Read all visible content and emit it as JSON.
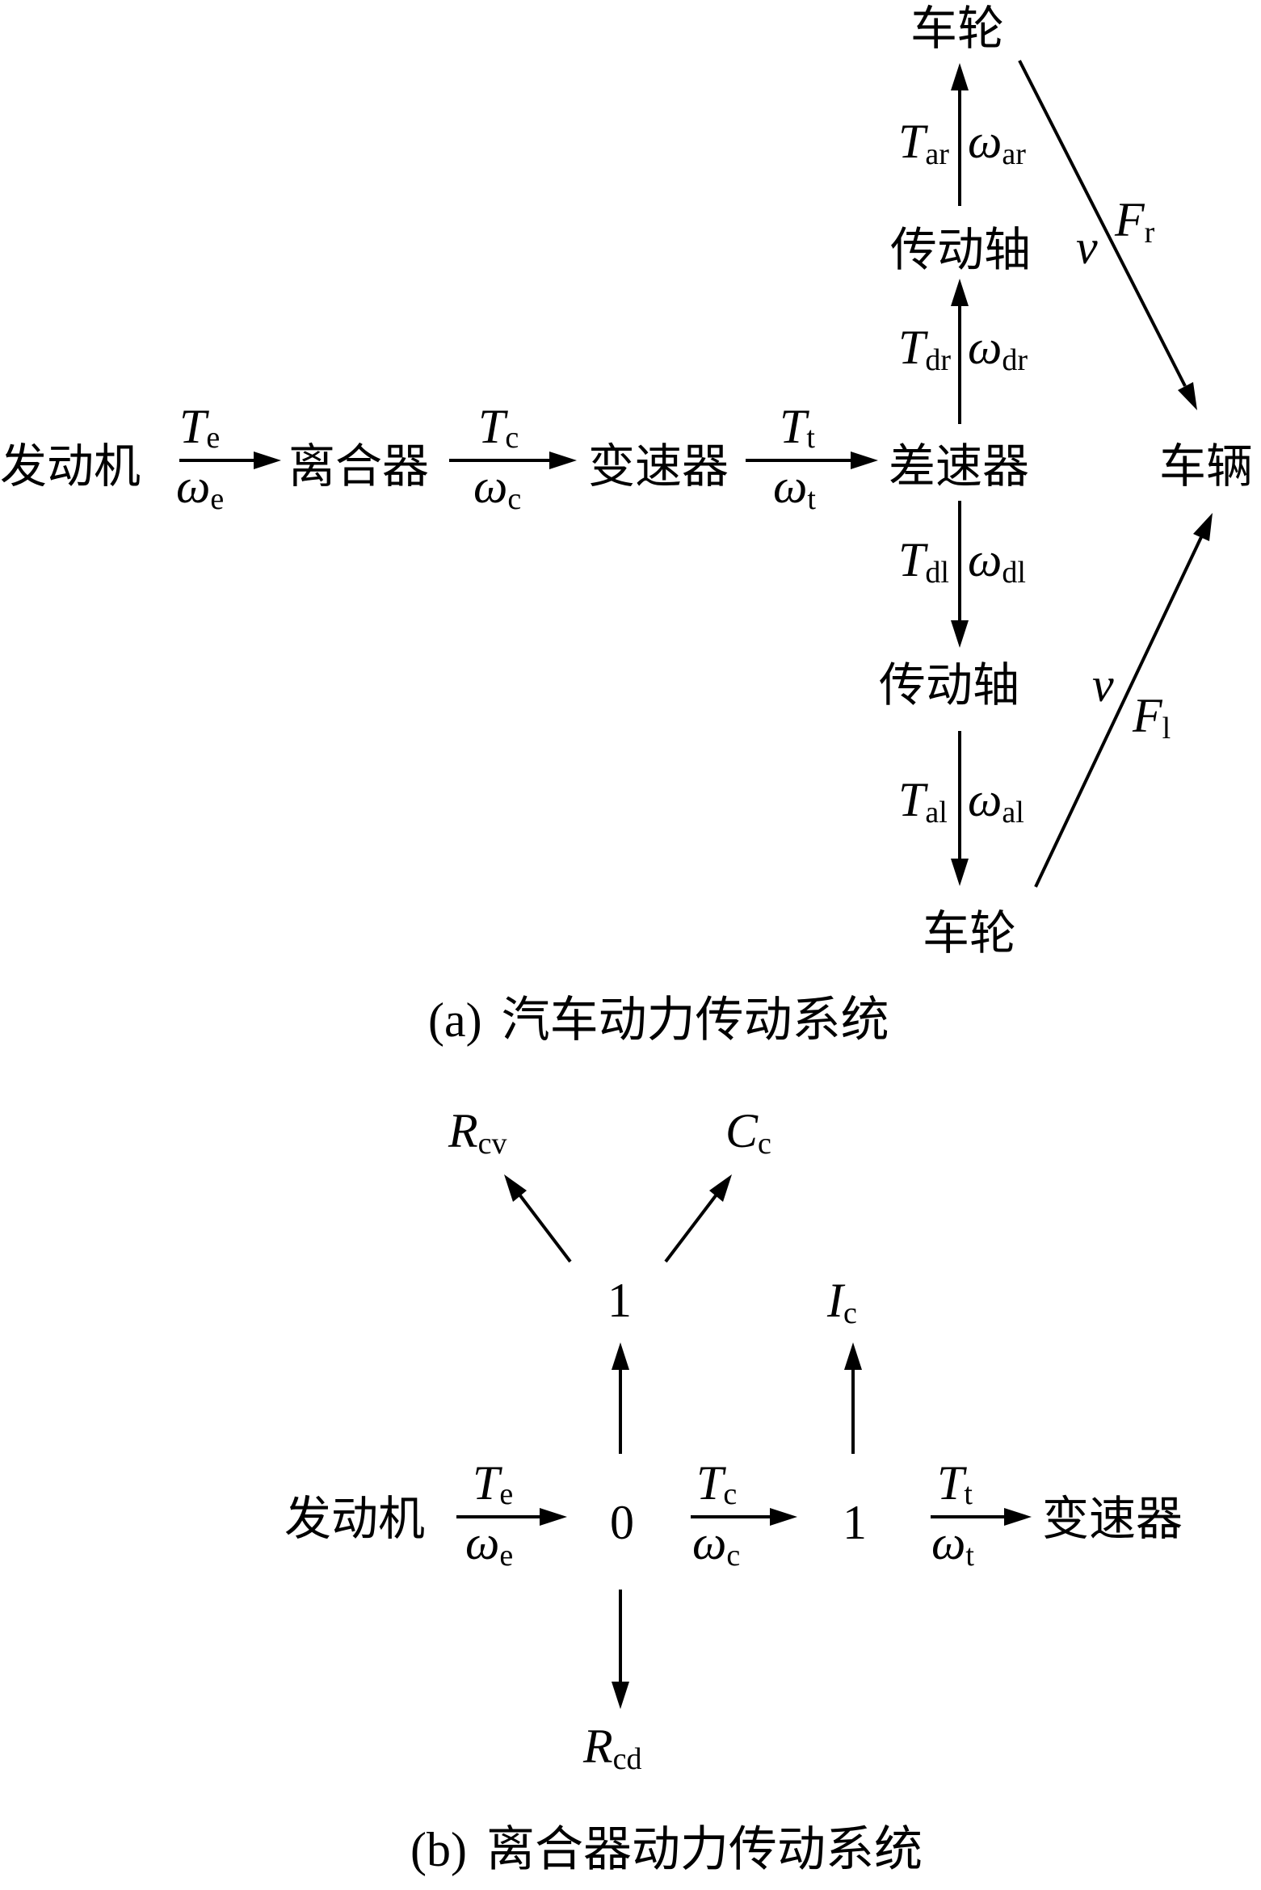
{
  "diagram_a": {
    "nodes": {
      "engine": "发动机",
      "clutch": "离合器",
      "gearbox": "变速器",
      "differential": "差速器",
      "vehicle": "车辆",
      "shaft_r": "传动轴",
      "shaft_l": "传动轴",
      "wheel_r": "车轮",
      "wheel_l": "车轮"
    },
    "labels": {
      "Te": {
        "sym": "T",
        "sub": "e"
      },
      "we": {
        "sym": "ω",
        "sub": "e"
      },
      "Tc": {
        "sym": "T",
        "sub": "c"
      },
      "wc": {
        "sym": "ω",
        "sub": "c"
      },
      "Tt": {
        "sym": "T",
        "sub": "t"
      },
      "wt": {
        "sym": "ω",
        "sub": "t"
      },
      "Tdr": {
        "sym": "T",
        "sub": "dr"
      },
      "wdr": {
        "sym": "ω",
        "sub": "dr"
      },
      "Tar": {
        "sym": "T",
        "sub": "ar"
      },
      "war": {
        "sym": "ω",
        "sub": "ar"
      },
      "Tdl": {
        "sym": "T",
        "sub": "dl"
      },
      "wdl": {
        "sym": "ω",
        "sub": "dl"
      },
      "Tal": {
        "sym": "T",
        "sub": "al"
      },
      "wal": {
        "sym": "ω",
        "sub": "al"
      },
      "v_r": {
        "sym": "v"
      },
      "Fr": {
        "sym": "F",
        "sub": "r"
      },
      "v_l": {
        "sym": "v"
      },
      "Fl": {
        "sym": "F",
        "sub": "l"
      }
    },
    "caption": {
      "tag": "(a)",
      "text": "汽车动力传动系统"
    }
  },
  "diagram_b": {
    "nodes": {
      "engine": "发动机",
      "gearbox": "变速器",
      "junction0": "0",
      "junction1_top": "1",
      "junction1_right": "1"
    },
    "labels": {
      "Rcv": {
        "sym": "R",
        "sub": "cv"
      },
      "Cc": {
        "sym": "C",
        "sub": "c"
      },
      "Ic": {
        "sym": "I",
        "sub": "c"
      },
      "Rcd": {
        "sym": "R",
        "sub": "cd"
      },
      "Te": {
        "sym": "T",
        "sub": "e"
      },
      "we": {
        "sym": "ω",
        "sub": "e"
      },
      "Tc": {
        "sym": "T",
        "sub": "c"
      },
      "wc": {
        "sym": "ω",
        "sub": "c"
      },
      "Tt": {
        "sym": "T",
        "sub": "t"
      },
      "wt": {
        "sym": "ω",
        "sub": "t"
      }
    },
    "caption": {
      "tag": "(b)",
      "text": "离合器动力传动系统"
    }
  }
}
